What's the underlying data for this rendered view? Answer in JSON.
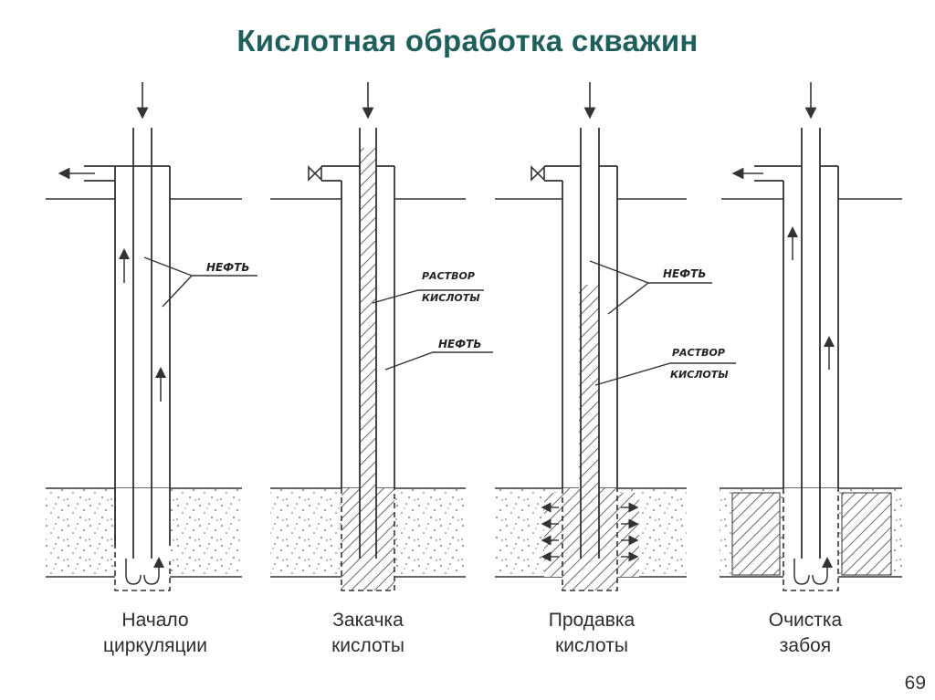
{
  "title": "Кислотная обработка скважин",
  "panels": [
    {
      "caption_line1": "Начало",
      "caption_line2": "циркуляции",
      "labels": [
        {
          "text": "НЕФТЬ"
        }
      ]
    },
    {
      "caption_line1": "Закачка",
      "caption_line2": "кислоты",
      "labels": [
        {
          "text": "РАСТВОР"
        },
        {
          "text": "КИСЛОТЫ"
        },
        {
          "text": "НЕФТЬ"
        }
      ]
    },
    {
      "caption_line1": "Продавка",
      "caption_line2": "кислоты",
      "labels": [
        {
          "text": "НЕФТЬ"
        },
        {
          "text": "РАСТВОР"
        },
        {
          "text": "КИСЛОТЫ"
        }
      ]
    },
    {
      "caption_line1": "Очистка",
      "caption_line2": "забоя",
      "labels": []
    }
  ],
  "page_number": "69"
}
